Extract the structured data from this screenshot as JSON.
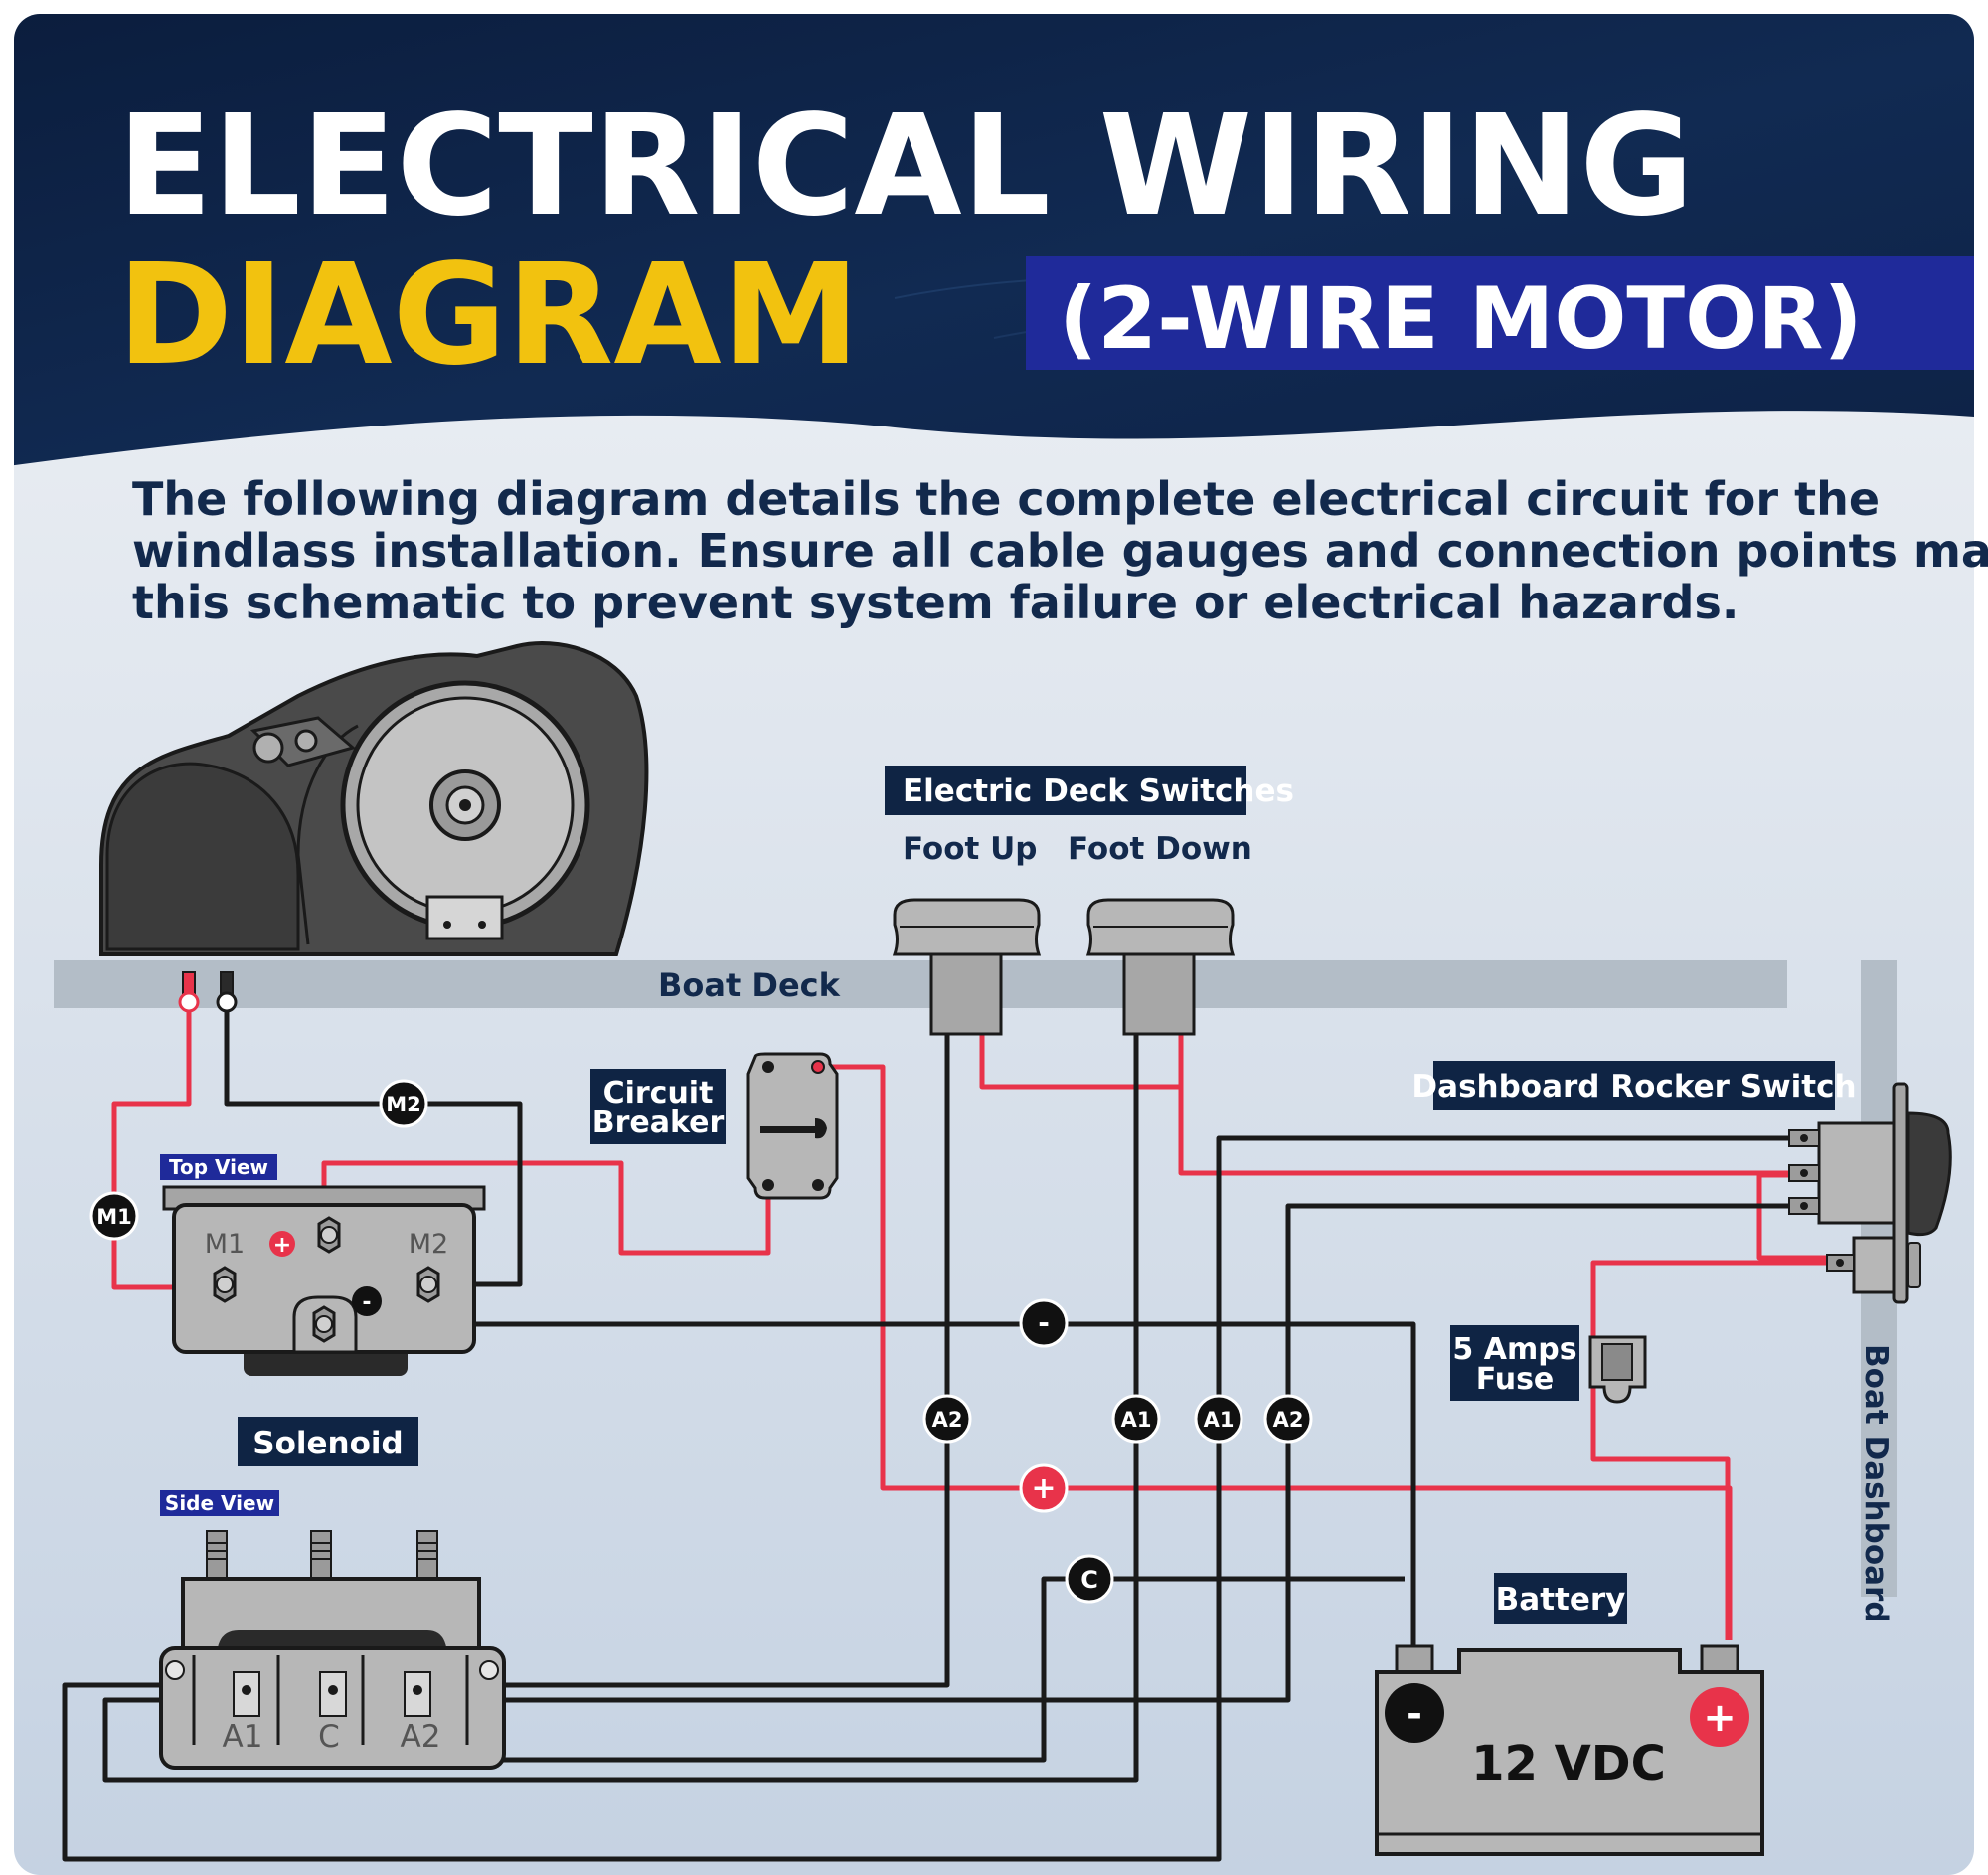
{
  "header": {
    "title_line1": "ELECTRICAL WIRING",
    "title_line2": "DIAGRAM",
    "subtitle": "(2-WIRE MOTOR)"
  },
  "intro": {
    "line1": "The following diagram details the complete electrical circuit for the",
    "line2": "windlass installation. Ensure all cable gauges and connection points match",
    "line3": "this schematic to prevent system failure or electrical hazards."
  },
  "labels": {
    "boat_deck": "Boat Deck",
    "deck_switches": "Electric Deck Switches",
    "foot_up": "Foot Up",
    "foot_down": "Foot Down",
    "circuit_breaker_1": "Circuit",
    "circuit_breaker_2": "Breaker",
    "dashboard_rocker": "Dashboard Rocker Switch",
    "boat_dashboard": "Boat Dashboard",
    "fuse_1": "5 Amps",
    "fuse_2": "Fuse",
    "battery": "Battery",
    "battery_voltage": "12 VDC",
    "solenoid": "Solenoid",
    "top_view": "Top View",
    "side_view": "Side View"
  },
  "terminals": {
    "m1": "M1",
    "m2": "M2",
    "a1": "A1",
    "a2": "A2",
    "c": "C",
    "plus": "+",
    "minus": "-"
  },
  "colors": {
    "navy": "#0f2444",
    "title_yellow": "#f2c20f",
    "subtitle_blue": "#1f2a9a",
    "wire_red": "#e8334a",
    "wire_black": "#1a1a1a",
    "body_gray": "#b9b9b9",
    "deck_gray": "#b3bdc7"
  }
}
